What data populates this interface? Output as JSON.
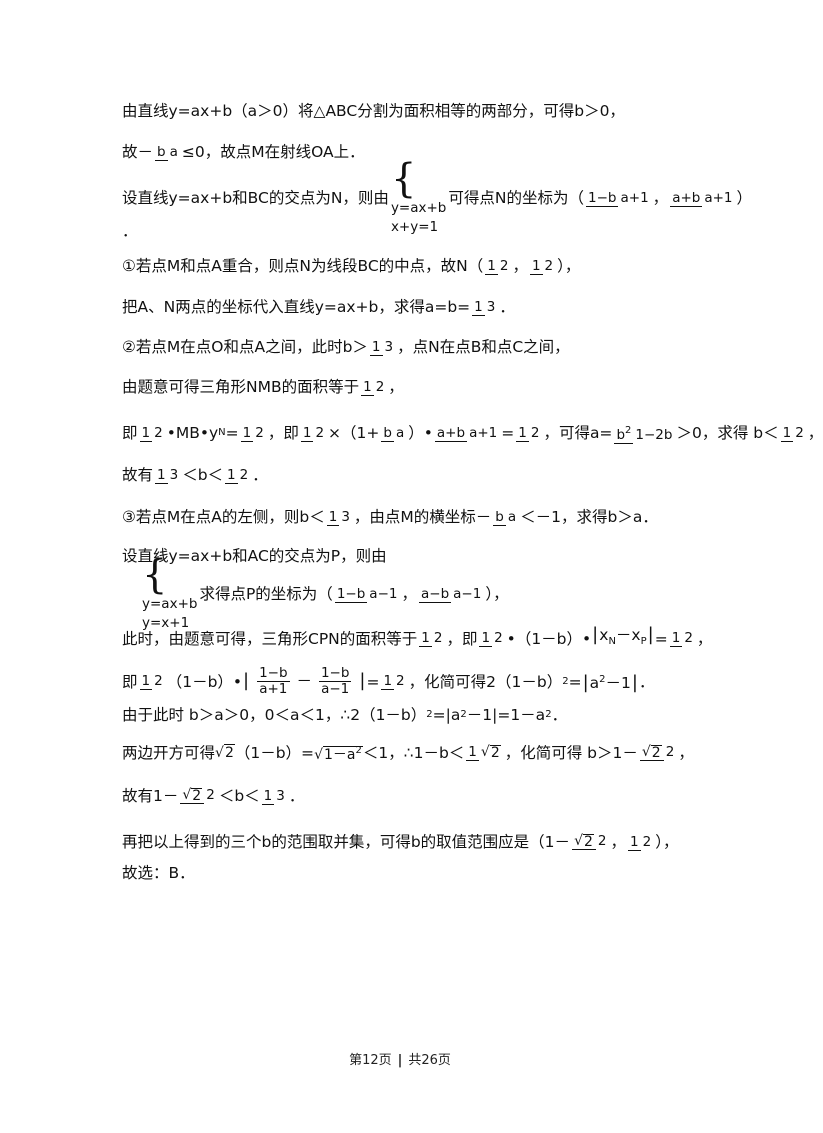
{
  "lines": {
    "l1": "由直线y=ax+b（a＞0）将△ABC分割为面积相等的两部分，可得b＞0，",
    "l2a": "故－",
    "l2_num": "b",
    "l2_den": "a",
    "l2b": "≤0，故点M在射线OA上．",
    "l3a": "设直线y=ax+b和BC的交点为N，则由",
    "l3_sys1": "y=ax+b",
    "l3_sys2": "x+y=1",
    "l3b": "可得点N的坐标为（",
    "l3_f1n": "1−b",
    "l3_f1d": "a+1",
    "l3_comma": "，",
    "l3_f2n": "a+b",
    "l3_f2d": "a+1",
    "l3c": "）",
    "l4": "．",
    "l5a": "①若点M和点A重合，则点N为线段BC的中点，故N（",
    "l5_n": "1",
    "l5_d": "2",
    "l5_comma": "，",
    "l5b": "），",
    "l6a": "把A、N两点的坐标代入直线y=ax+b，求得a=b=",
    "l6_n": "1",
    "l6_d": "3",
    "l6b": "．",
    "l7a": "②若点M在点O和点A之间，此时b＞",
    "l7_n": "1",
    "l7_d": "3",
    "l7b": "，点N在点B和点C之间，",
    "l8a": "由题意可得三角形NMB的面积等于",
    "l8_n": "1",
    "l8_d": "2",
    "l8b": "，",
    "l9a": "即",
    "l9_f1n": "1",
    "l9_f1d": "2",
    "l9b": "•MB•y",
    "l9_sub": "N",
    "l9c": "=",
    "l9_f2n": "1",
    "l9_f2d": "2",
    "l9d": "，即",
    "l9_f3n": "1",
    "l9_f3d": "2",
    "l9e": "×（1+",
    "l9_f4n": "b",
    "l9_f4d": "a",
    "l9f": "）•",
    "l9_f5n": "a+b",
    "l9_f5d": "a+1",
    "l9g": "=",
    "l9_f6n": "1",
    "l9_f6d": "2",
    "l9h": "，可得a=",
    "l9_f7n": "b",
    "l9_f7sup": "2",
    "l9_f7d": "1−2b",
    "l9i": "＞0，求得 b＜",
    "l9_f8n": "1",
    "l9_f8d": "2",
    "l9j": "，",
    "l10a": "故有",
    "l10_f1n": "1",
    "l10_f1d": "3",
    "l10b": "＜b＜",
    "l10_f2n": "1",
    "l10_f2d": "2",
    "l10c": "．",
    "l11a": "③若点M在点A的左侧，则b＜",
    "l11_f1n": "1",
    "l11_f1d": "3",
    "l11b": "，由点M的横坐标－",
    "l11_f2n": "b",
    "l11_f2d": "a",
    "l11c": "＜－1，求得b＞a．",
    "l12": "设直线y=ax+b和AC的交点为P，则由",
    "l13_sys1": "y=ax+b",
    "l13_sys2": "y=x+1",
    "l13a": "求得点P的坐标为（",
    "l13_f1n": "1−b",
    "l13_f1d": "a−1",
    "l13_comma": "，",
    "l13_f2n": "a−b",
    "l13_f2d": "a−1",
    "l13b": "），",
    "l14a": "此时，由题意可得，三角形CPN的面积等于",
    "l14_f1n": "1",
    "l14_f1d": "2",
    "l14b": "，即",
    "l14_f2n": "1",
    "l14_f2d": "2",
    "l14c": "•（1－b）•",
    "l14_abs": "x",
    "l14_subN": "N",
    "l14_minus": "－x",
    "l14_subP": "P",
    "l14d": "=",
    "l14_f3n": "1",
    "l14_f3d": "2",
    "l14e": "，",
    "l15a": "即",
    "l15_f1n": "1",
    "l15_f1d": "2",
    "l15b": "（1－b）•",
    "l15_f2n": "1−b",
    "l15_f2d": "a+1",
    "l15_minus": "－",
    "l15_f3n": "1−b",
    "l15_f3d": "a−1",
    "l15c": "=",
    "l15_f4n": "1",
    "l15_f4d": "2",
    "l15d": "，化简可得2（1－b）",
    "l15_sup": "2",
    "l15e": "=",
    "l15_abs": "a",
    "l15_abssup": "2",
    "l15_absrest": "－1",
    "l15f": "．",
    "l16a": "由于此时 b＞a＞0，0＜a＜1，∴2（1－b）",
    "l16_sup": "2",
    "l16b": "=|a",
    "l16_sup2": "2",
    "l16c": "－1|=1－a",
    "l16_sup3": "2",
    "l16d": "．",
    "l17a": "两边开方可得",
    "l17_sqrt1": "2",
    "l17b": "（1－b）=",
    "l17_sqrt2": "1－a",
    "l17_sqrt2sup": "2",
    "l17c": "＜1，∴1－b＜",
    "l17_f1n": "1",
    "l17_f1d_sqrt": "2",
    "l17d": "，化简可得 b＞1－",
    "l17_f2n_sqrt": "2",
    "l17_f2d": "2",
    "l17e": "，",
    "l18a": "故有1－",
    "l18_f1n_sqrt": "2",
    "l18_f1d": "2",
    "l18b": "＜b＜",
    "l18_f2n": "1",
    "l18_f2d": "3",
    "l18c": "．",
    "l19a": "再把以上得到的三个b的范围取并集，可得b的取值范围应是（1",
    "l19_minus": "－",
    "l19_f1n_sqrt": "2",
    "l19_f1d": "2",
    "l19_comma": "，",
    "l19_f2n": "1",
    "l19_f2d": "2",
    "l19b": "），",
    "l20": "故选：B．"
  },
  "footer": {
    "page": "第12页",
    "separator": "|",
    "total": "共26页"
  }
}
